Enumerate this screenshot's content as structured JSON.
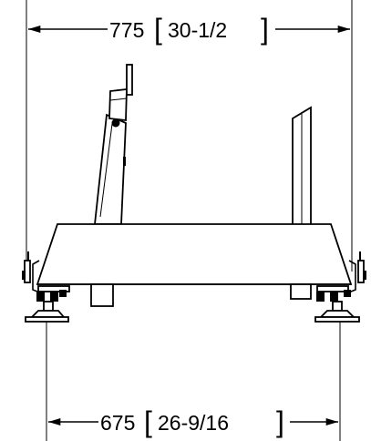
{
  "dimensions": {
    "top": {
      "value": "775",
      "imperial": "30-1/2"
    },
    "bottom": {
      "value": "675",
      "imperial": "26-9/16"
    }
  },
  "colors": {
    "line": "#000000",
    "background": "#ffffff"
  }
}
